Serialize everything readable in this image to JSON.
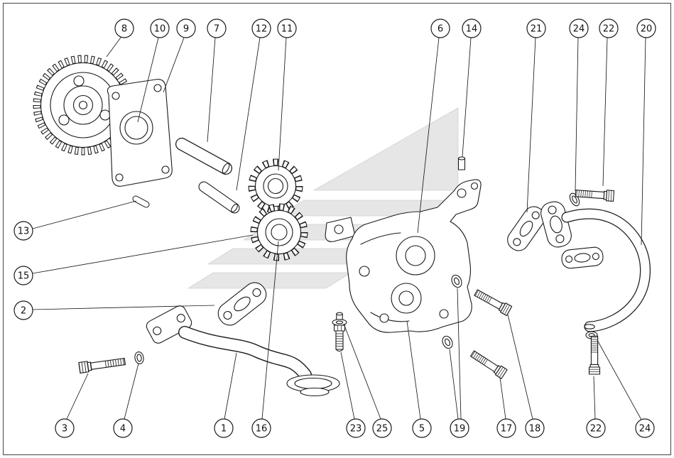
{
  "figure": {
    "kind": "exploded-parts-diagram",
    "background_color": "#ffffff",
    "line_color": "#1a1a1a",
    "frame_color": "#444444",
    "watermark_color": "#c9c9c9"
  },
  "callouts": [
    {
      "label": "8"
    },
    {
      "label": "10"
    },
    {
      "label": "9"
    },
    {
      "label": "7"
    },
    {
      "label": "12"
    },
    {
      "label": "11"
    },
    {
      "label": "6"
    },
    {
      "label": "14"
    },
    {
      "label": "21"
    },
    {
      "label": "24"
    },
    {
      "label": "22"
    },
    {
      "label": "20"
    },
    {
      "label": "13"
    },
    {
      "label": "15"
    },
    {
      "label": "2"
    },
    {
      "label": "3"
    },
    {
      "label": "4"
    },
    {
      "label": "1"
    },
    {
      "label": "16"
    },
    {
      "label": "23"
    },
    {
      "label": "25"
    },
    {
      "label": "5"
    },
    {
      "label": "19"
    },
    {
      "label": "17"
    },
    {
      "label": "18"
    },
    {
      "label": "22"
    },
    {
      "label": "24"
    }
  ]
}
